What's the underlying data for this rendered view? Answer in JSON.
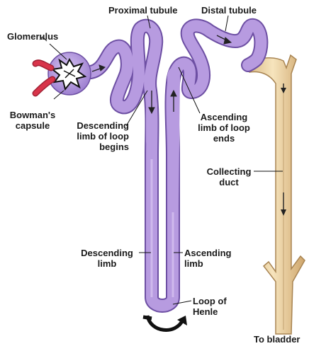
{
  "labels": {
    "glomerulus": "Glomerulus",
    "proximal_tubule": "Proximal tubule",
    "distal_tubule": "Distal tubule",
    "bowmans_capsule": [
      "Bowman's",
      "capsule"
    ],
    "descending_limb_begins": [
      "Descending",
      "limb of loop",
      "begins"
    ],
    "ascending_limb_ends": [
      "Ascending",
      "limb of loop",
      "ends"
    ],
    "collecting_duct": [
      "Collecting",
      "duct"
    ],
    "descending_limb": [
      "Descending",
      "limb"
    ],
    "ascending_limb": [
      "Ascending",
      "limb"
    ],
    "loop_of_henle": [
      "Loop of",
      "Henle"
    ],
    "to_bladder": "To bladder"
  },
  "colors": {
    "tubule_fill": "#b79be0",
    "tubule_outline": "#6d4fa3",
    "duct_fill": "#f0d9a8",
    "duct_outline": "#a88452",
    "vessel": "#d8344a",
    "text": "#1a1a1a"
  }
}
